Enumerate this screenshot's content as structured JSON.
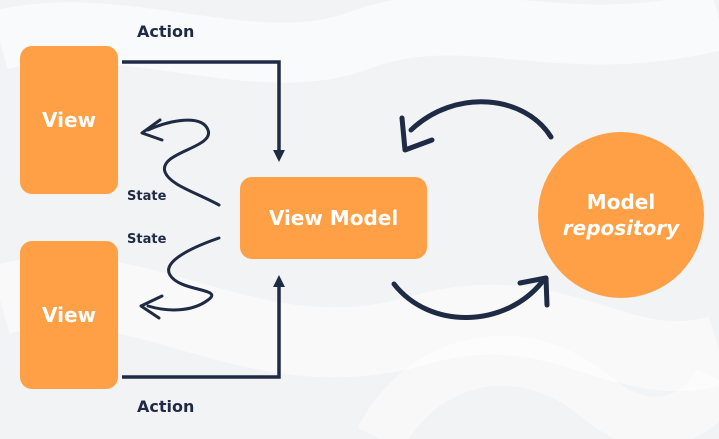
{
  "views": [
    {
      "label": "View"
    },
    {
      "label": "View"
    }
  ],
  "view_model": {
    "label": "View Model"
  },
  "model": {
    "title": "Model",
    "subtitle": "repository"
  },
  "edges": {
    "action_top": "Action",
    "action_bottom": "Action",
    "state_top": "State",
    "state_bottom": "State"
  },
  "colors": {
    "accent": "#ffa047",
    "line": "#1f2a44",
    "background": "#f2f3f5"
  }
}
